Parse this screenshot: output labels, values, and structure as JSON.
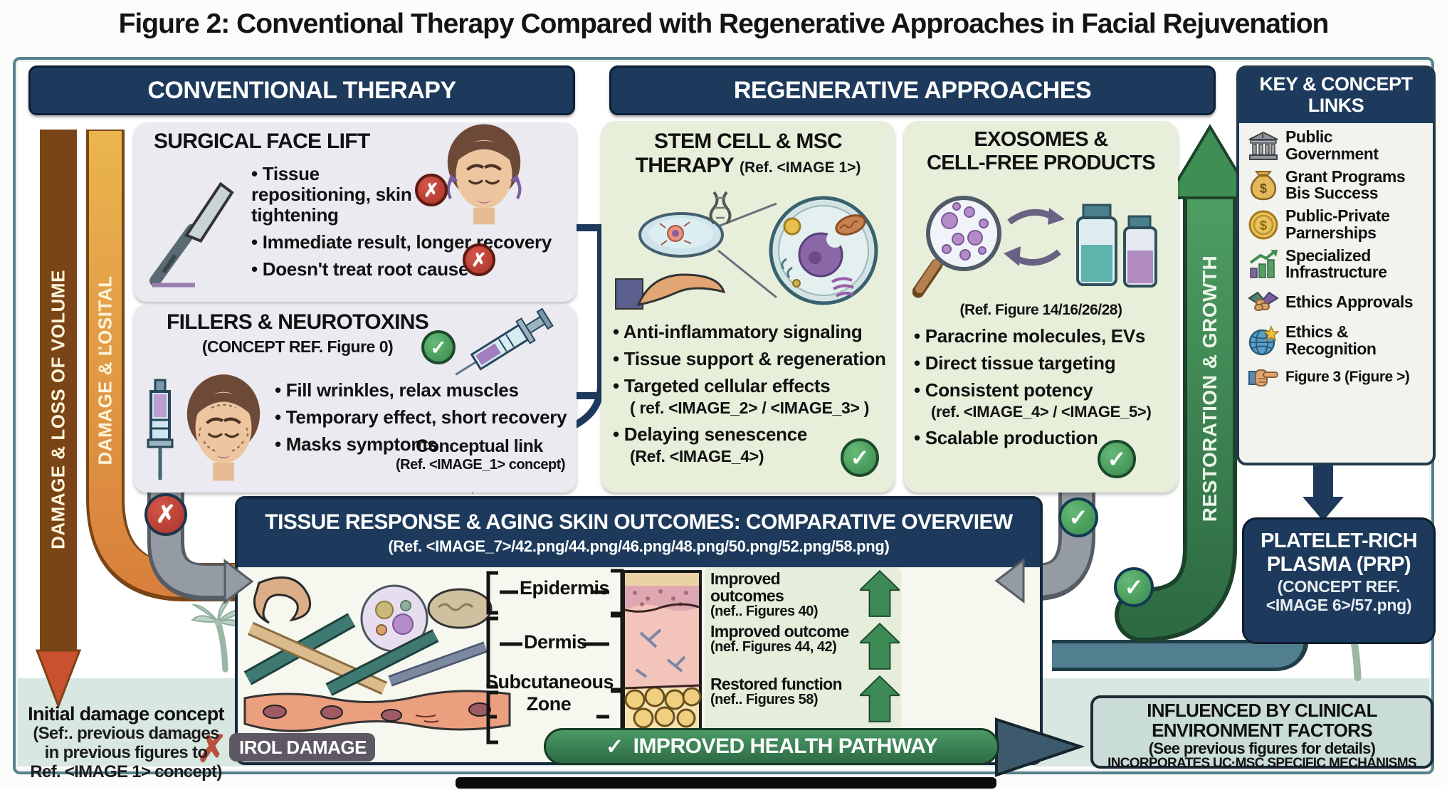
{
  "title": "Figure 2: Conventional Therapy Compared with Regenerative Approaches in Facial Rejuvenation",
  "left_arrows": {
    "volume": "DAMAGE & LOSS OF VOLUME",
    "losital": "DAMAGE & ĽOSITAL"
  },
  "conventional": {
    "header": "CONVENTIONAL THERAPY",
    "surgical": {
      "title": "SURGICAL FACE LIFT",
      "bullets": [
        "Tissue repositioning, skin tightening",
        "Immediate result, longer recovery",
        "Doesn't treat root cause"
      ]
    },
    "fillers": {
      "title": "FILLERS & NEUROTOXINS",
      "subtitle": "(CONCEPT REF. Figure 0)",
      "bullets": [
        "Fill wrinkles, relax muscles",
        "Temporary effect, short recovery",
        "Masks symptoms"
      ],
      "note_title": "Conceptual link",
      "note_ref": "(Ref. <IMAGE_1> concept)"
    }
  },
  "regenerative": {
    "header": "REGENERATIVE APPROACHES",
    "restoration_arrow": "RESTORATION & GROWTH",
    "stem": {
      "title_line1": "STEM CELL & MSC",
      "title_line2": "THERAPY",
      "title_ref": "(Ref. <IMAGE 1>)",
      "bullets": [
        {
          "text": "Anti-inflammatory signaling"
        },
        {
          "text": "Tissue support & regeneration"
        },
        {
          "text": "Targeted cellular effects",
          "sub": "( ref. <IMAGE_2> / <IMAGE_3> )"
        },
        {
          "text": "Delaying senescence",
          "sub": "(Ref. <IMAGE_4>)"
        }
      ]
    },
    "exosomes": {
      "title_line1": "EXOSOMES &",
      "title_line2": "CELL-FREE PRODUCTS",
      "ref": "(Ref. Figure 14/16/26/28)",
      "bullets": [
        {
          "text": "Paracrine molecules, EVs"
        },
        {
          "text": "Direct tissue targeting"
        },
        {
          "text": "Consistent potency",
          "sub": "(ref. <IMAGE_4> / <IMAGE_5>)"
        },
        {
          "text": "Scalable production"
        }
      ]
    }
  },
  "key_panel": {
    "header": "KEY & CONCEPT LINKS",
    "items": [
      {
        "icon": "bank-icon",
        "label": "Public Government"
      },
      {
        "icon": "money-bag-icon",
        "label": "Grant Programs Bis Success"
      },
      {
        "icon": "coin-icon",
        "label": "Public-Private Parnerships"
      },
      {
        "icon": "growth-chart-icon",
        "label": "Specialized Infrastructure"
      },
      {
        "icon": "handshake-icon",
        "label": "Ethics Approvals"
      },
      {
        "icon": "globe-star-icon",
        "label": "Ethics & Recognition"
      },
      {
        "icon": "pointing-hand-icon",
        "label": "Figure 3 (Figure >)"
      }
    ]
  },
  "tissue": {
    "title": "TISSUE RESPONSE & AGING SKIN OUTCOMES: COMPARATIVE OVERVIEW",
    "subtitle": "(Ref. <IMAGE_7>/42.png/44.png/46.png/48.png/50.png/52.png/58.png)",
    "layers": [
      "Epidermis",
      "Dermis",
      "Subcutaneous Zone"
    ],
    "damage_label": "IROL DAMAGE",
    "outcomes": [
      {
        "text": "Improved outcomes",
        "ref": "(nef.. Figures 40)"
      },
      {
        "text": "Improved outcome",
        "ref": "(nef. Figures 44, 42)"
      },
      {
        "text": "Restored function",
        "ref": "(nef.. Figures 58)"
      }
    ],
    "pathway_label": "IMPROVED HEALTH PATHWAY"
  },
  "prp": {
    "line1": "PLATELET-RICH",
    "line2": "PLASMA (PRP)",
    "line3": "(CONCEPT REF.",
    "line4": "<IMAGE 6>/57.png)"
  },
  "initial_damage": {
    "line1": "Initial damage concept",
    "line2": "(Sef:. previous damages",
    "line3": "in previous figures to",
    "line4": "Ref. <IMAGE 1> concept)"
  },
  "factors": {
    "line1": "INFLUENCED BY CLINICAL",
    "line2": "ENVIRONMENT FACTORS",
    "line3": "(See previous figures for details)",
    "line4": "INCORPORATES UC·MSC SPECIFIC MECHANISMS"
  },
  "colors": {
    "navy": "#1d3a5c",
    "pale_green": "#e7efda",
    "lavender": "#ebeaf0",
    "orange": "#e2a244",
    "orange_red": "#c9512f",
    "green_arrow": "#44925c",
    "gray_arrow": "#959ba3",
    "teal_band": "#527f90",
    "banner_green": "#3e8057",
    "strip_teal": "#d8e7e2",
    "red_x": "#bf4036",
    "check_green": "#4aa45c"
  }
}
